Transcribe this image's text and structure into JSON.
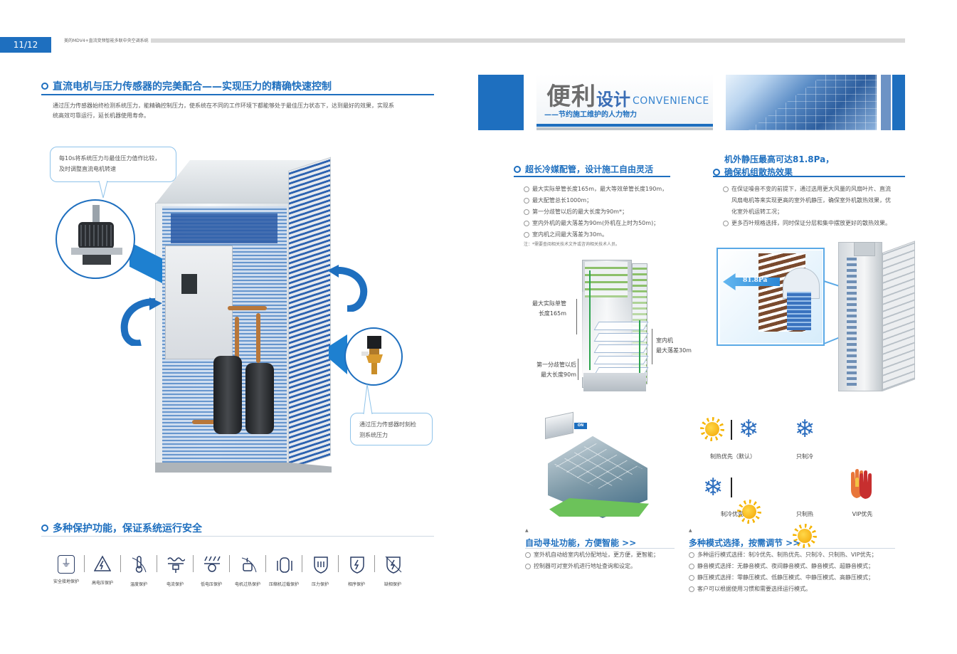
{
  "header": {
    "page_number": "11/12",
    "doc_title": "美的MDV4+直流变频智能多联中央空调系统"
  },
  "left": {
    "heading1": "直流电机与压力传感器的完美配合——实现压力的精确快速控制",
    "paragraph1_line1": "通过压力传感器始终检测系统压力，能精确控制压力，使系统在不同的工作环境下都能够处于最佳压力状态下，达到最好的效果，实现系",
    "paragraph1_line2": "统高效可靠运行，延长机器使用寿命。",
    "callout_top_line1": "每10s将系统压力与最佳压力值作比较，",
    "callout_top_line2": "及时调整直流电机转速",
    "callout_bottom_line1": "通过压力传感器时刻检",
    "callout_bottom_line2": "测系统压力",
    "heading2": "多种保护功能，保证系统运行安全",
    "protections": [
      {
        "label": "安全接地保护",
        "icon": "ground-plug-icon",
        "glyph": "⏚"
      },
      {
        "label": "高电压保护",
        "icon": "high-voltage-icon",
        "glyph": "⚡"
      },
      {
        "label": "温度保护",
        "icon": "thermometer-icon",
        "glyph": "🌡"
      },
      {
        "label": "电流保护",
        "icon": "current-icon",
        "glyph": "∿"
      },
      {
        "label": "低电压保护",
        "icon": "low-voltage-icon",
        "glyph": "≋"
      },
      {
        "label": "电机过热保护",
        "icon": "motor-overheat-icon",
        "glyph": "♨"
      },
      {
        "label": "压缩机过载保护",
        "icon": "compressor-overload-icon",
        "glyph": "⛽"
      },
      {
        "label": "压力保护",
        "icon": "pressure-icon",
        "glyph": "⛉"
      },
      {
        "label": "相序保护",
        "icon": "phase-sequence-icon",
        "glyph": "ϟ"
      },
      {
        "label": "缺相保护",
        "icon": "phase-loss-icon",
        "glyph": "✕"
      }
    ]
  },
  "right": {
    "banner_big": "便利",
    "banner_mid": "设计",
    "banner_en": "CONVENIENCE",
    "banner_sub": "——节约施工维护的人力物力",
    "col1_heading": "超长冷媒配管，设计施工自由灵活",
    "col1_bullets": [
      "最大实际单管长度165m，最大等效单管长度190m，",
      "最大配管总长1000m；",
      "第一分歧管以后的最大长度为90m*；",
      "室内外机的最大落差为90m(外机在上时为50m)；",
      "室内机之间最大落差为30m。"
    ],
    "col1_note": "注：*需要查阅相关技术文件或咨询相关技术人员。",
    "diagram_labels": {
      "pipe165_1": "最大实际单管",
      "pipe165_2": "长度165m",
      "indoor_diff_1": "室内机",
      "indoor_diff_2": "最大落差30m",
      "branch_1": "第一分歧管以后",
      "branch_2": "最大长度90m"
    },
    "col2_heading_line1": "机外静压最高可达81.8Pa，",
    "col2_heading_line2": "确保机组散热效果",
    "col2_bullets": [
      "在保证噪音不变的前提下，通过选用更大风量的风扇叶片、直流",
      "风扇电机等来实现更高的室外机静压，确保室外机散热效果，优",
      "化室外机运转工况；",
      "更多百叶规格选择，同时保证分层和集中摆放更好的散热效果。"
    ],
    "pressure_badge": "81.8Pa",
    "on_badge": "ON",
    "auto_heading": "自动寻址功能，方便智能 >>",
    "auto_bullets": [
      "室外机自动给室内机分配地址，更方便，更智能；",
      "控制器可对室外机进行地址查询和设定。"
    ],
    "modes_heading": "多种模式选择，按需调节 >>",
    "modes_bullets": [
      "多种运行模式选择：制冷优先、制热优先、只制冷、只制热、VIP优先；",
      "静音模式选择：无静音模式、夜间静音模式、静音模式、超静音模式；",
      "静压模式选择：零静压模式、低静压模式、中静压模式、高静压模式；",
      "客户可以根据使用习惯和需要选择运行模式。"
    ],
    "mode_labels": {
      "heat_priority": "制热优先（默认）",
      "cool_only": "只制冷",
      "cool_priority": "制冷优先",
      "heat_only": "只制热",
      "vip_priority": "VIP优先"
    },
    "tri_mark": "▲"
  },
  "colors": {
    "brand_blue": "#1e6fbf",
    "sun": "#f5b400",
    "snow": "#2e6fbf"
  }
}
